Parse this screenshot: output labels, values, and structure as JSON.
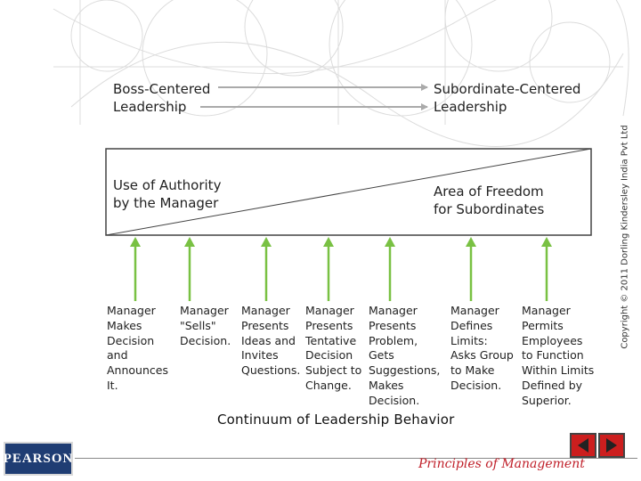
{
  "copyright": "Copyright © 2011 Dorling Kindersley India Pvt Ltd",
  "continuum": {
    "left_label": [
      "Boss-Centered",
      "Leadership"
    ],
    "right_label": [
      "Subordinate-Centered",
      "Leadership"
    ],
    "authority_label": [
      "Use of Authority",
      "by the Manager"
    ],
    "freedom_label": [
      "Area of Freedom",
      "for Subordinates"
    ]
  },
  "behaviors": [
    [
      "Manager",
      "Makes",
      "Decision",
      "and",
      "Announces",
      "It."
    ],
    [
      "Manager",
      "\"Sells\"",
      "Decision."
    ],
    [
      "Manager",
      "Presents",
      "Ideas and",
      "Invites",
      "Questions."
    ],
    [
      "Manager",
      "Presents",
      "Tentative",
      "Decision",
      "Subject to",
      "Change."
    ],
    [
      "Manager",
      "Presents",
      "Problem,",
      "Gets",
      "Suggestions,",
      "Makes",
      "Decision."
    ],
    [
      "Manager",
      "Defines",
      "Limits:",
      "Asks Group",
      "to Make",
      "Decision."
    ],
    [
      "Manager",
      "Permits",
      "Employees",
      "to Function",
      "Within Limits",
      "Defined by",
      "Superior."
    ]
  ],
  "title": "Continuum of Leadership Behavior",
  "footer": {
    "logo": "PEARSON",
    "brand": "Principles of Management"
  },
  "nav": {
    "prev_icon": "triangle-left-icon",
    "next_icon": "triangle-right-icon"
  },
  "colors": {
    "arrow_green": "#79c143",
    "nav_red": "#cc1e1e",
    "logo_blue": "#1f3d73",
    "brand_red": "#c0202a"
  }
}
